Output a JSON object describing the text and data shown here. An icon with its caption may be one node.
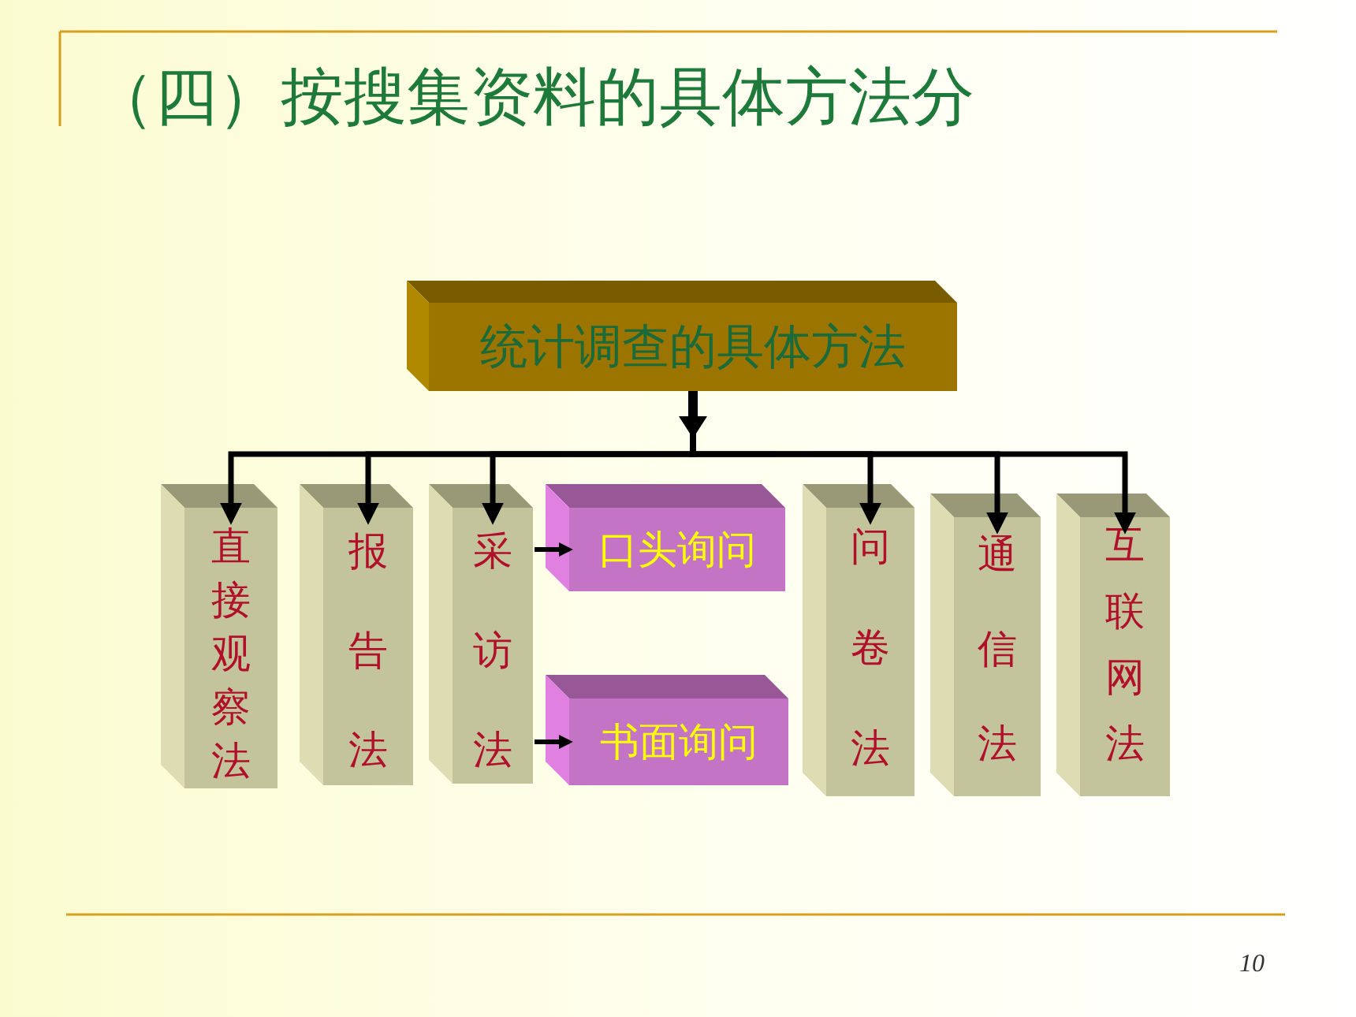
{
  "diagram": {
    "title": "（四）按搜集资料的具体方法分",
    "nodes": [
      {
        "text": [
          "统计调查的具体方法"
        ]
      },
      {
        "text": [
          "直接观察法"
        ]
      },
      {
        "text": [
          "报告法"
        ]
      },
      {
        "text": [
          "采访法"
        ]
      },
      {
        "text": [
          "口头询问"
        ]
      },
      {
        "text": [
          "书面询问"
        ]
      },
      {
        "text": [
          "问卷法"
        ]
      },
      {
        "text": [
          "通信法"
        ]
      },
      {
        "text": [
          "互联网法"
        ]
      }
    ],
    "edges": [
      {
        "from": 0,
        "to": 1,
        "arrow": "to"
      },
      {
        "from": 0,
        "to": 2,
        "arrow": "to"
      },
      {
        "from": 0,
        "to": 3,
        "arrow": "to"
      },
      {
        "from": 0,
        "to": 6,
        "arrow": "to"
      },
      {
        "from": 0,
        "to": 7,
        "arrow": "to"
      },
      {
        "from": 0,
        "to": 8,
        "arrow": "to"
      },
      {
        "from": 3,
        "to": 4,
        "arrow": "to"
      },
      {
        "from": 3,
        "to": 5,
        "arrow": "to"
      }
    ],
    "labels": [
      "10"
    ]
  }
}
